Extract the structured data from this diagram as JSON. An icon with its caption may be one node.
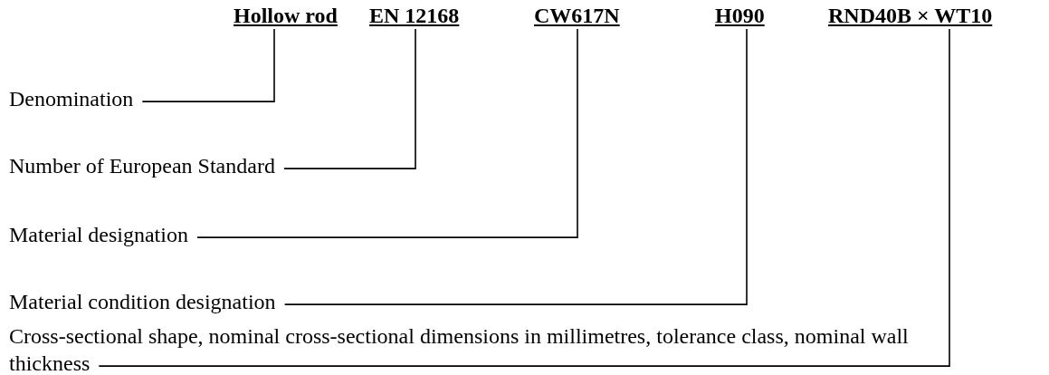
{
  "diagram": {
    "nodes": [
      {
        "text": [
          "Hollow rod"
        ]
      },
      {
        "text": [
          "EN 12168"
        ]
      },
      {
        "text": [
          "CW617N"
        ]
      },
      {
        "text": [
          "H090"
        ]
      },
      {
        "text": [
          "RND40B × WT10"
        ]
      },
      {
        "text": [
          "Denomination"
        ]
      },
      {
        "text": [
          "Number of European Standard"
        ]
      },
      {
        "text": [
          "Material designation"
        ]
      },
      {
        "text": [
          "Material condition designation"
        ]
      },
      {
        "text": [
          "Cross-sectional shape, nominal cross-sectional dimensions in millimetres, tolerance class, nominal wall thickness"
        ]
      }
    ],
    "edges": [
      {
        "from": 5,
        "to": 0,
        "arrow": "none"
      },
      {
        "from": 6,
        "to": 1,
        "arrow": "none"
      },
      {
        "from": 7,
        "to": 2,
        "arrow": "none"
      },
      {
        "from": 8,
        "to": 3,
        "arrow": "none"
      },
      {
        "from": 9,
        "to": 4,
        "arrow": "none"
      }
    ]
  }
}
